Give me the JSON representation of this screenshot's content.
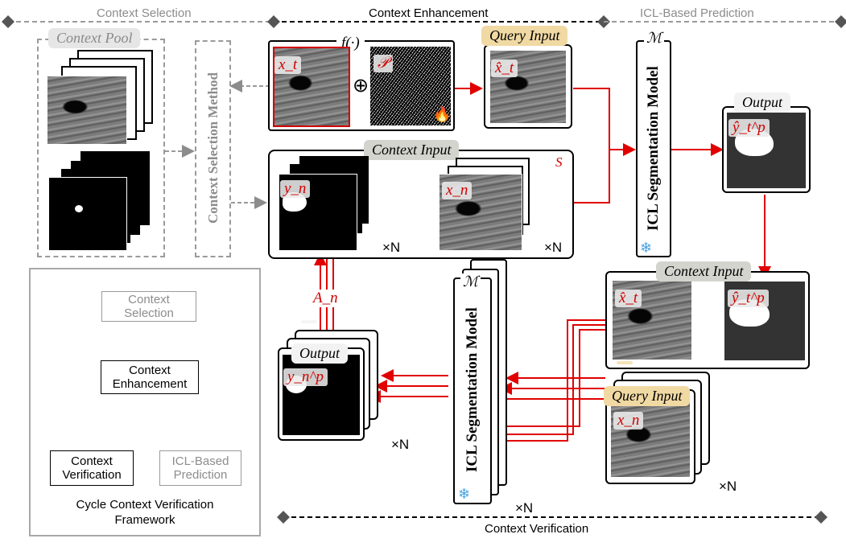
{
  "stages": {
    "context_selection": "Context Selection",
    "context_enhancement": "Context Enhancement",
    "icl_prediction": "ICL-Based Prediction",
    "context_verification": "Context Verification"
  },
  "context_pool": {
    "title": "Context Pool"
  },
  "selection_method": {
    "label": "Context Selection Method"
  },
  "enhancement": {
    "function": "f(·)",
    "x_label": "x_t",
    "p_label": "𝒫",
    "oplus": "⊕",
    "fire": "🔥"
  },
  "query_input": {
    "title": "Query Input",
    "label": "x̂_t"
  },
  "context_input": {
    "title": "Context Input",
    "s_label": "S",
    "y_label": "y_n",
    "x_label": "x_n",
    "times_n": "×N"
  },
  "model": {
    "symbol": "ℳ",
    "label": "ICL Segmentation Model",
    "snow": "❄"
  },
  "output_top": {
    "title": "Output",
    "label": "ŷ_t^p"
  },
  "context_input2": {
    "title": "Context Input",
    "x_label": "x̂_t",
    "y_label": "ŷ_t^p"
  },
  "query_input_stack": {
    "title": "Query Input",
    "label": "x_n",
    "times_n": "×N"
  },
  "model_stack": {
    "symbol": "ℳ",
    "label": "ICL Segmentation Model",
    "times_n": "×N"
  },
  "output_stack": {
    "title": "Output",
    "label": "y_n^p",
    "times_n": "×N"
  },
  "arrow_label": "A_n",
  "framework": {
    "selection": "Context Selection",
    "enhancement": "Context Enhancement",
    "prediction": "ICL-Based Prediction",
    "verification": "Context Verification",
    "caption": "Cycle Context Verification Framework"
  }
}
